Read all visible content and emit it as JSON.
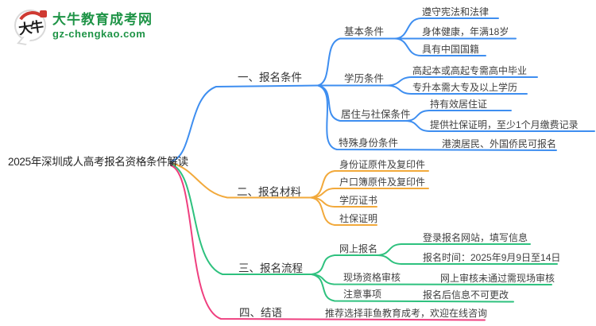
{
  "colors": {
    "branch1": "#3e8ef0",
    "branch2": "#f2a93b",
    "branch3": "#2ec17e",
    "branch4": "#ef3f7f",
    "brand_green": "#1f9447",
    "seal_red": "#cf3a32"
  },
  "logo": {
    "icon_text": "大牛",
    "site_name": "大牛教育成考网",
    "site_url": "gz-chengkao.com"
  },
  "root": {
    "label": "2025年深圳成人高考报名资格条件解读"
  },
  "branches": [
    {
      "label": "一、报名条件",
      "color": "#3e8ef0",
      "children": [
        {
          "label": "基本条件",
          "children": [
            {
              "label": "遵守宪法和法律"
            },
            {
              "label": "身体健康，年满18岁"
            },
            {
              "label": "具有中国国籍"
            }
          ]
        },
        {
          "label": "学历条件",
          "children": [
            {
              "label": "高起本或高起专需高中毕业"
            },
            {
              "label": "专升本需大专及以上学历"
            }
          ]
        },
        {
          "label": "居住与社保条件",
          "children": [
            {
              "label": "持有效居住证"
            },
            {
              "label": "提供社保证明，至少1个月缴费记录"
            }
          ]
        },
        {
          "label": "特殊身份条件",
          "children": [
            {
              "label": "港澳居民、外国侨民可报名"
            }
          ]
        }
      ]
    },
    {
      "label": "二、报名材料",
      "color": "#f2a93b",
      "children": [
        {
          "label": "身份证原件及复印件"
        },
        {
          "label": "户口簿原件及复印件"
        },
        {
          "label": "学历证书"
        },
        {
          "label": "社保证明"
        }
      ]
    },
    {
      "label": "三、报名流程",
      "color": "#2ec17e",
      "children": [
        {
          "label": "网上报名",
          "children": [
            {
              "label": "登录报名网站，填写信息"
            },
            {
              "label": "报名时间：2025年9月9日至14日"
            }
          ]
        },
        {
          "label": "现场资格审核",
          "children": [
            {
              "label": "网上审核未通过需现场审核"
            }
          ]
        },
        {
          "label": "注意事项",
          "children": [
            {
              "label": "报名后信息不可更改"
            }
          ]
        }
      ]
    },
    {
      "label": "四、结语",
      "color": "#ef3f7f",
      "children": [
        {
          "label": "推荐选择菲鱼教育成考，欢迎在线咨询"
        }
      ]
    }
  ]
}
